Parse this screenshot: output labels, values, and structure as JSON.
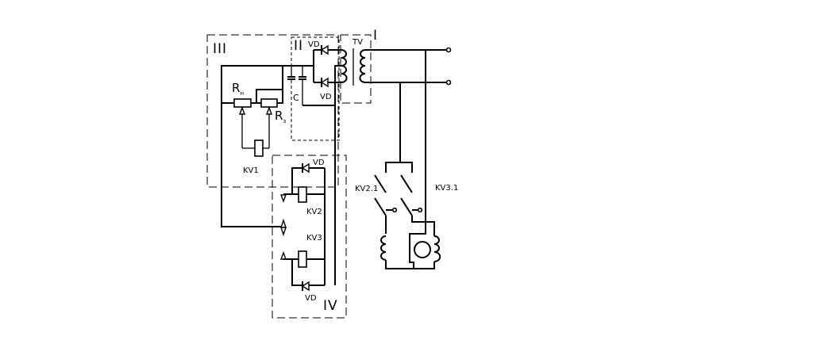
{
  "blocks": {
    "b1": "I",
    "b2": "II",
    "b3": "III",
    "b4": "IV"
  },
  "labels": {
    "vd_top": "VD",
    "vd_mid": "VD",
    "vd_kv2": "VD",
    "vd_kv3": "VD",
    "tv": "TV",
    "cap": "C",
    "rn_main": "R",
    "rn_sub": "н",
    "rz_main": "R",
    "rz_sub": "з",
    "kv1": "KV1",
    "kv2": "KV2",
    "kv3": "KV3",
    "kv21": "KV2.1",
    "kv31": "KV3.1"
  }
}
